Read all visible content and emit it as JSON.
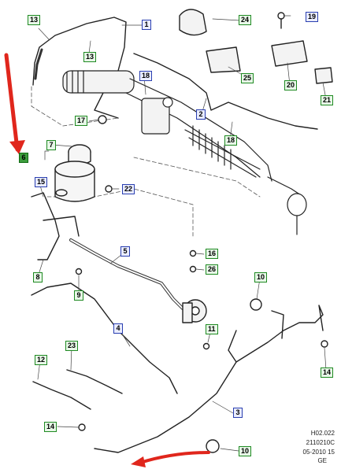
{
  "callouts": {
    "c1": "1",
    "c2": "2",
    "c3": "3",
    "c4": "4",
    "c5": "5",
    "c6": "6",
    "c7": "7",
    "c8": "8",
    "c9": "9",
    "c10a": "10",
    "c10b": "10",
    "c11": "11",
    "c12": "12",
    "c13a": "13",
    "c13b": "13",
    "c14a": "14",
    "c14b": "14",
    "c15": "15",
    "c16": "16",
    "c17": "17",
    "c18a": "18",
    "c18b": "18",
    "c19": "19",
    "c20": "20",
    "c21": "21",
    "c22": "22",
    "c23": "23",
    "c24": "24",
    "c25": "25",
    "c26": "26"
  },
  "caption": {
    "line1": "H02.022",
    "line2": "2110210C",
    "line3": "05-2010 15",
    "line4": "GE"
  },
  "colors": {
    "blue_box": "#2a3fb0",
    "green_box": "#1f8a22",
    "arrow": "#e0261c",
    "line_art": "#222222"
  }
}
